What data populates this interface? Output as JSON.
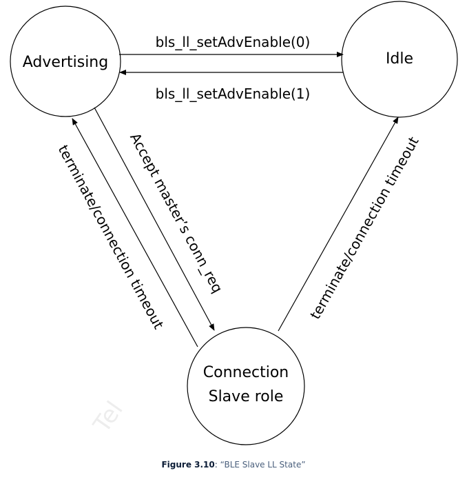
{
  "diagram": {
    "states": {
      "advertising": "Advertising",
      "idle": "Idle",
      "conn_line1": "Connection",
      "conn_line2": "Slave role"
    },
    "edges": {
      "adv_to_idle": "bls_ll_setAdvEnable(0)",
      "idle_to_adv": "bls_ll_setAdvEnable(1)",
      "adv_to_conn": "Accept master’s conn_req",
      "conn_to_adv": "terminate/connection timeout",
      "conn_to_idle": "terminate/connection timeout"
    }
  },
  "caption": {
    "label": "Figure 3.10",
    "separator": ": ",
    "text": "“BLE Slave LL State”"
  },
  "watermark": "Tel"
}
